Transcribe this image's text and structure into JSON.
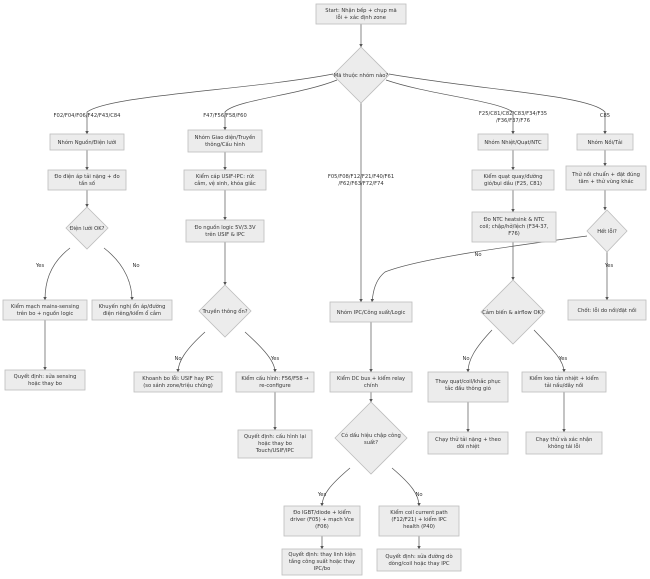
{
  "nodes": {
    "start": [
      "Start: Nhận bếp + chụp mã",
      "lỗi + xác định zone"
    ],
    "group_q": [
      "Mã thuộc nhóm nào?"
    ],
    "power": [
      "Nhóm Nguồn/Điện lưới"
    ],
    "power_measure": [
      "Đo điện áp tải nặng + đo",
      "tần số"
    ],
    "mains_ok": [
      "Điện lưới OK?"
    ],
    "mains_sensing": [
      "Kiểm mạch mains-sensing",
      "trên bo + nguồn logic"
    ],
    "advise_ups": [
      "Khuyến nghị ổn áp/đường",
      "điện riêng/kiểm ổ cắm"
    ],
    "decide_sensing": [
      "Quyết định: sửa sensing",
      "hoặc thay bo"
    ],
    "comm": [
      "Nhóm Giao diện/Truyền",
      "thông/Cấu hình"
    ],
    "cable_check": [
      "Kiểm cáp USIF-IPC: rút",
      "cắm, vệ sinh, khóa giắc"
    ],
    "logic_power": [
      "Đo nguồn logic 5V/3.3V",
      "trên USIF & IPC"
    ],
    "comm_ok": [
      "Truyền thông ổn?"
    ],
    "isolate": [
      "Khoanh bo lỗi: USIF hay IPC",
      "(so sánh zone/triệu chứng)"
    ],
    "config_check": [
      "Kiểm cấu hình: F56/F58 →",
      "re-configure"
    ],
    "decide_config": [
      "Quyết định: cấu hình lại",
      "hoặc thay bo",
      "Touch/USIF/IPC"
    ],
    "pwr_logic": [
      "Nhóm IPC/Công suất/Logic"
    ],
    "dc_bus": [
      "Kiểm DC bus + kiểm relay",
      "chính"
    ],
    "short_q": [
      "Có dấu hiệu chập công",
      "suất?"
    ],
    "igbt": [
      "Đo IGBT/diode + kiểm",
      "driver (F05) + mạch Vce",
      "(F06)"
    ],
    "coil_current": [
      "Kiểm coil current path",
      "(F12/F21) + kiểm IPC",
      "health (P40)"
    ],
    "decide_igbt": [
      "Quyết định: thay linh kiện",
      "tầng công suất hoặc thay",
      "IPC/bo"
    ],
    "decide_coil": [
      "Quyết định: sửa đường dò",
      "dòng/coil hoặc thay IPC"
    ],
    "thermal": [
      "Nhóm Nhiệt/Quạt/NTC"
    ],
    "fan_check": [
      "Kiểm quạt quay/đường",
      "gió/bụi dầu (F25, C81)"
    ],
    "ntc_measure": [
      "Đo NTC heatsink & NTC",
      "coil; chập/hở/lệch (F34-37,",
      "F76)"
    ],
    "sensor_q": [
      "Cảm biến & airflow OK?"
    ],
    "fan_fix": [
      "Thay quạt/coil/khắc phục",
      "tắc đầu thông gió"
    ],
    "paste_check": [
      "Kiểm keo tản nhiệt + kiểm",
      "tải nấu/dây nồi"
    ],
    "thermal_test": [
      "Chạy thử tải nặng + theo",
      "dõi nhiệt"
    ],
    "load_test": [
      "Chạy thử và xác nhận",
      "không tái lỗi"
    ],
    "pot": [
      "Nhóm Nồi/Tải"
    ],
    "pot_test": [
      "Thử nồi chuẩn + đặt đúng",
      "tâm + thử vùng khác"
    ],
    "resolved_q": [
      "Hết lỗi?"
    ],
    "conclude_pot": [
      "Chốt: lỗi do nồi/đặt nồi"
    ]
  },
  "edge_labels": {
    "g_power": "F02/F04/F06/F42/F43/C84",
    "g_comm": "F47/F56/F58/F60",
    "g_logic_1": "F05/F08/F12/F21/F40/F61",
    "g_logic_2": "/F62/F63/F72/F74",
    "g_thermal_1": "F25/C81/C82/C83/F34/F35",
    "g_thermal_2": "/F36/F37/F76",
    "g_pot": "C85",
    "yes": "Yes",
    "no": "No"
  },
  "colors": {
    "node_fill": "#ececec",
    "node_stroke": "#bdbdbd",
    "edge": "#555555",
    "text": "#333333"
  }
}
